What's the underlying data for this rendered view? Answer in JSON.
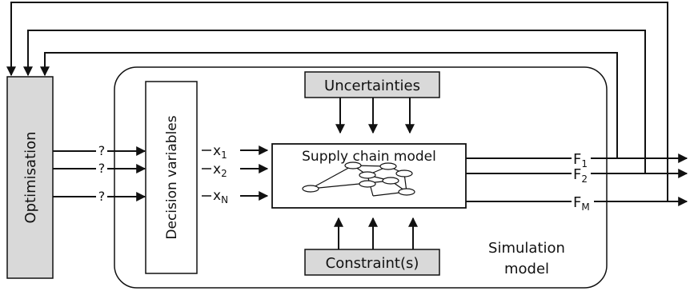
{
  "colors": {
    "box_fill": "#d9d9d9",
    "stroke": "#111111",
    "background": "#ffffff"
  },
  "optimisation": {
    "label": "Optimisation"
  },
  "decision": {
    "label": "Decision variables"
  },
  "uncertainties": {
    "label": "Uncertainties"
  },
  "constraints": {
    "label": "Constraint(s)"
  },
  "model": {
    "label": "Supply chain model"
  },
  "simulation": {
    "line1": "Simulation",
    "line2": "model"
  },
  "unknown_marker": "?",
  "inputs": [
    {
      "base": "x",
      "sub": "1"
    },
    {
      "base": "x",
      "sub": "2"
    },
    {
      "base": "x",
      "sub": "N"
    }
  ],
  "outputs": [
    {
      "base": "F",
      "sub": "1"
    },
    {
      "base": "F",
      "sub": "2"
    },
    {
      "base": "F",
      "sub": "M"
    }
  ]
}
